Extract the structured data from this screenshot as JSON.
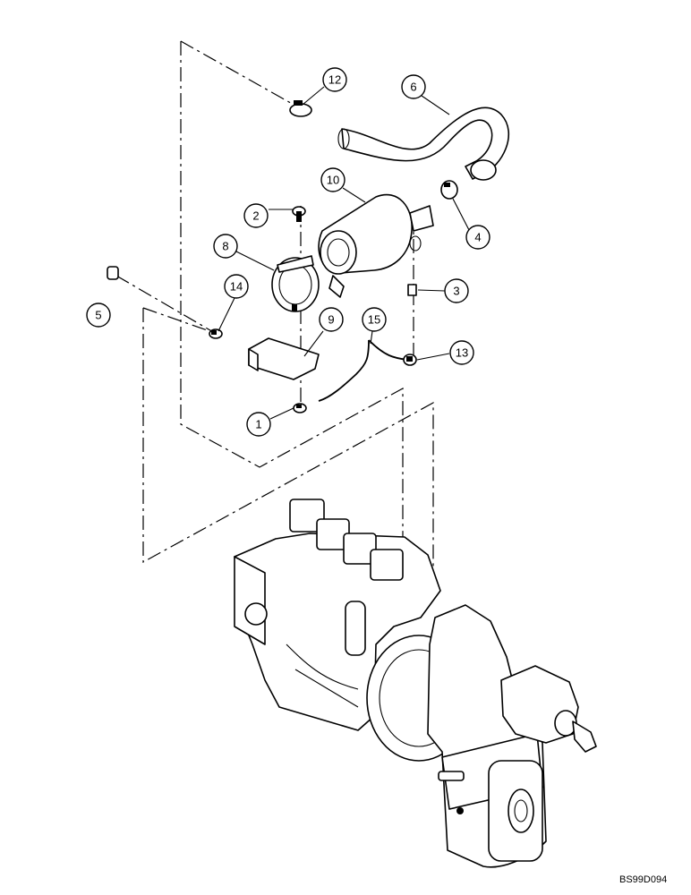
{
  "diagram": {
    "reference_code": "BS99D094",
    "callouts": [
      {
        "id": "callout-1",
        "label": "1"
      },
      {
        "id": "callout-2",
        "label": "2"
      },
      {
        "id": "callout-3",
        "label": "3"
      },
      {
        "id": "callout-4",
        "label": "4"
      },
      {
        "id": "callout-5",
        "label": "5"
      },
      {
        "id": "callout-6",
        "label": "6"
      },
      {
        "id": "callout-8",
        "label": "8"
      },
      {
        "id": "callout-9",
        "label": "9"
      },
      {
        "id": "callout-10",
        "label": "10"
      },
      {
        "id": "callout-12",
        "label": "12"
      },
      {
        "id": "callout-13",
        "label": "13"
      },
      {
        "id": "callout-14",
        "label": "14"
      },
      {
        "id": "callout-15",
        "label": "15"
      }
    ]
  }
}
